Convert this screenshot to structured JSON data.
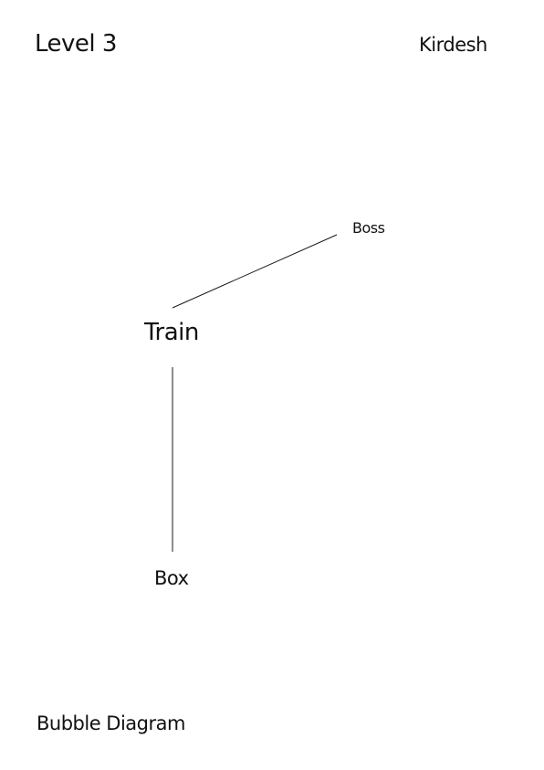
{
  "header": {
    "level": "Level 3",
    "author": "Kirdesh"
  },
  "diagram": {
    "nodes": [
      {
        "id": "boss",
        "label": "Boss"
      },
      {
        "id": "train",
        "label": "Train"
      },
      {
        "id": "box",
        "label": "Box"
      }
    ],
    "links": [
      {
        "from": "train",
        "to": "boss"
      },
      {
        "from": "train",
        "to": "box"
      }
    ]
  },
  "footer": {
    "caption": "Bubble Diagram"
  }
}
